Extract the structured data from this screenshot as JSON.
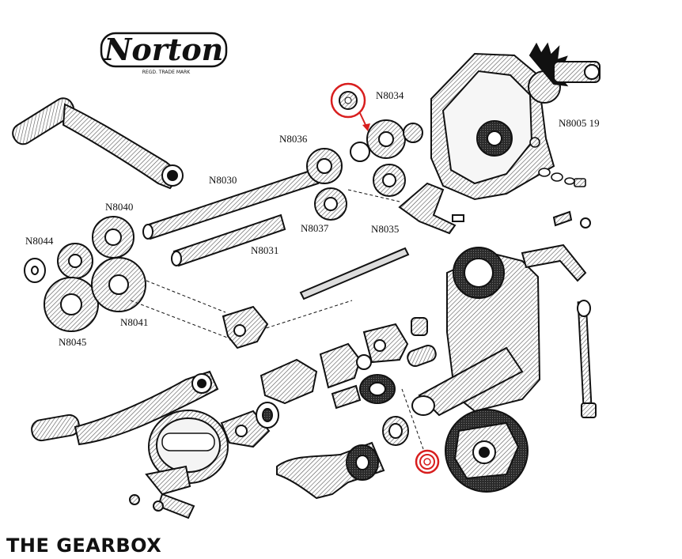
{
  "logo": {
    "name": "Norton",
    "tagline": "REGD. TRADE MARK"
  },
  "footer": {
    "title": "THE GEARBOX"
  },
  "part_labels": {
    "n8034": "N8034",
    "n8005_19": "N8005 19",
    "n8036": "N8036",
    "n8030": "N8030",
    "n8040": "N8040",
    "n8037": "N8037",
    "n8035": "N8035",
    "n8044": "N8044",
    "n8031": "N8031",
    "n8041": "N8041",
    "n8045": "N8045"
  },
  "highlight": {
    "color": "#d81e1e",
    "ink": "#1a1a1a"
  }
}
